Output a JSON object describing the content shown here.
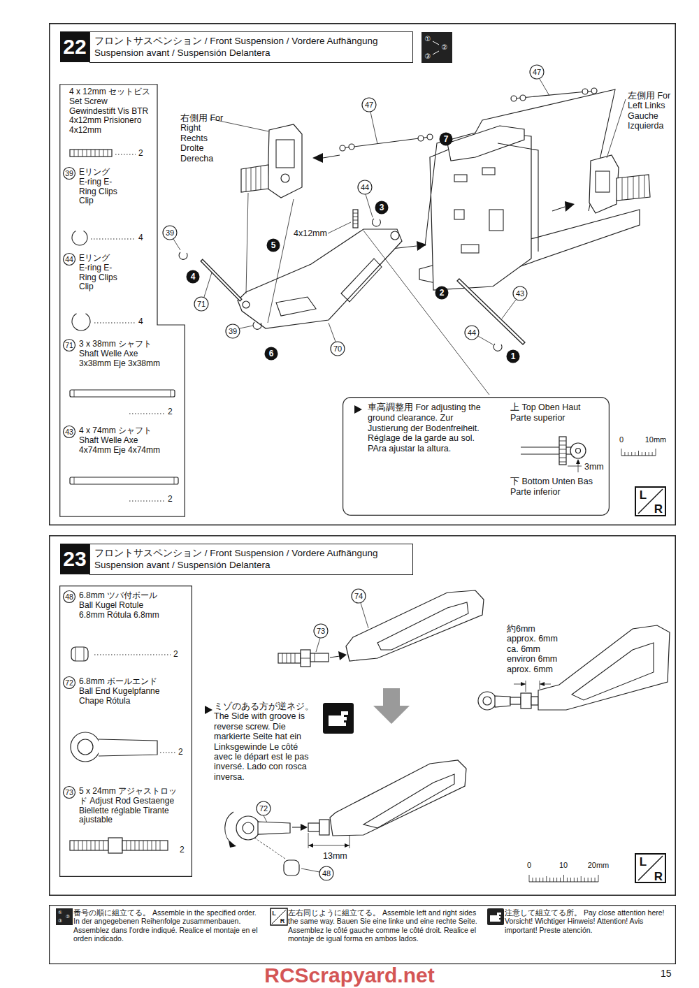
{
  "diagram": {
    "nodes": [
      {
        "text": [
          "22",
          "フロントサスペンション / Front Suspension / Vordere Aufhängung Suspension avant / Suspensión Delantera"
        ]
      },
      {
        "text": [
          "4 x 12mm セットビス Set Screw Gewindestift Vis BTR 4x12mm Prisionero 4x12mm",
          "2",
          "39",
          "Eリング E-ring E-Ring Clips Clip",
          "4",
          "44",
          "Eリング E-ring E-Ring Clips Clip",
          "4",
          "71",
          "3 x 38mm シャフト Shaft Welle Axe 3x38mm Eje 3x38mm",
          "2",
          "43",
          "4 x 74mm シャフト Shaft Welle Axe 4x74mm Eje 4x74mm",
          "2"
        ],
        "in": 0
      },
      {
        "text": [
          "車高調整用 For adjusting the ground clearance. Zur Justierung der Bodenfreiheit. Réglage de la garde au sol. PAra ajustar la altura.",
          "上 Top Oben Haut Parte superior",
          "下 Bottom Unten Bas Parte inferior",
          "3mm"
        ],
        "in": 0
      },
      {
        "text": [
          "23",
          "フロントサスペンション / Front Suspension / Vordere Aufhängung Suspension avant / Suspensión Delantera"
        ]
      },
      {
        "text": [
          "48",
          "6.8mm ツバ付ボール Ball Kugel Rotule 6.8mm Rótula 6.8mm",
          "2",
          "72",
          "6.8mm ボールエンド Ball End Kugelpfanne Chape Rótula",
          "2",
          "73",
          "5 x 24mm アジャストロッド Adjust Rod Gestaenge Biellette réglable Tirante ajustable",
          "2"
        ],
        "in": 3
      },
      {
        "text": [
          "番号の順に組立てる。 Assemble in the specified order. In der angegebenen Reihenfolge zusammenbauen. Assemblez dans l'ordre indiqué. Realice el montaje en el orden indicado.",
          "左右同じように組立てる。 Assemble left and right sides the same way. Bauen Sie eine linke und eine rechte Seite. Assemblez le côté gauche comme le côté droit. Realice el montaje de igual forma en ambos lados.",
          "注意して組立てる所。 Pay close attention here! Vorsicht! Wichtiger Hinweis! Attention! Avis important! Preste atención."
        ]
      }
    ],
    "labels": [
      "①",
      "②",
      "③",
      "47",
      "47",
      "右側用 For Right Rechts Drolte Derecha",
      "左側用 For Left Links Gauche Izquierda",
      "7",
      "44",
      "3",
      "4x12mm",
      "39",
      "5",
      "4",
      "71",
      "2",
      "43",
      "39",
      "70",
      "44",
      "6",
      "1",
      "0",
      "10mm",
      "L",
      "R",
      "74",
      "73",
      "ミゾのある方が逆ネジ。 The Side with groove is reverse screw. Die markierte Seite hat ein Linksgewinde Le côté avec le départ est le pas inversé. Lado con rosca inversa.",
      "約6mm approx. 6mm ca. 6mm environ 6mm aprox. 6mm",
      "72",
      "13mm",
      "48",
      "0",
      "10",
      "20mm",
      "L",
      "R",
      "①",
      "②",
      "③",
      "L",
      "R",
      "15",
      "RCScrapyard.net"
    ]
  }
}
